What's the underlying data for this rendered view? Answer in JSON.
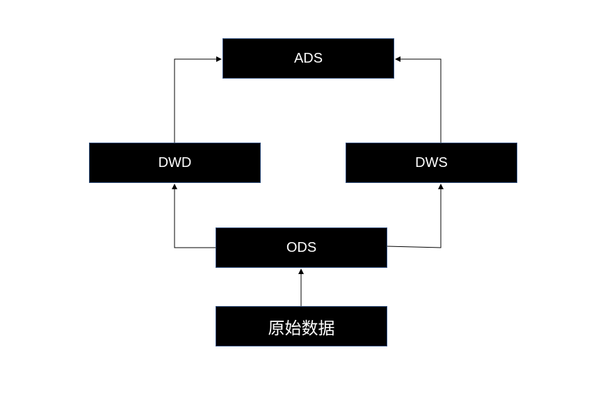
{
  "nodes": {
    "ads": "ADS",
    "dwd": "DWD",
    "dws": "DWS",
    "ods": "ODS",
    "raw": "原始数据"
  },
  "edges": [
    {
      "from": "原始数据",
      "to": "ODS"
    },
    {
      "from": "ODS",
      "to": "DWD"
    },
    {
      "from": "ODS",
      "to": "DWS"
    },
    {
      "from": "DWD",
      "to": "ADS"
    },
    {
      "from": "DWS",
      "to": "ADS"
    }
  ]
}
